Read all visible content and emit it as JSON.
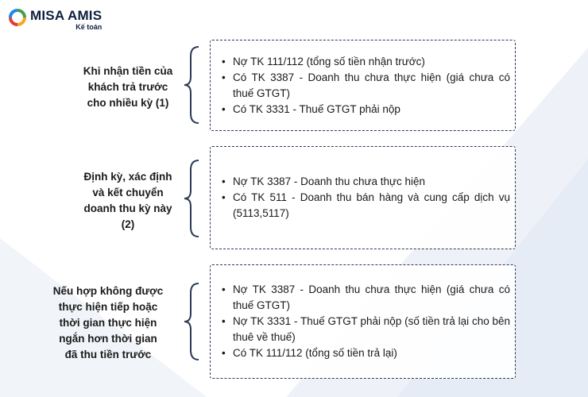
{
  "logo": {
    "brand": "MISA AMIS",
    "sub": "Kế toán",
    "colors": [
      "#f5a623",
      "#e53935",
      "#1e88e5",
      "#43a047"
    ]
  },
  "rows": [
    {
      "label_lines": [
        "Khi nhận tiền của",
        "khách trả trước",
        "cho nhiều kỳ (1)"
      ],
      "items": [
        "Nợ TK 111/112 (tổng số tiền nhận trước)",
        "Có TK 3387 - Doanh thu chưa thực hiện (giá chưa có thuế GTGT)",
        "Có TK 3331 - Thuế GTGT phải nộp"
      ]
    },
    {
      "label_lines": [
        "Định kỳ, xác định",
        "và kết chuyển",
        "doanh thu kỳ này",
        "(2)"
      ],
      "items": [
        "Nợ TK 3387 - Doanh thu chưa thực hiện",
        "Có TK 511 - Doanh thu bán hàng và cung cấp dịch vụ (5113,5117)"
      ]
    },
    {
      "label_lines": [
        "Nếu hợp không được",
        "thực hiện tiếp hoặc",
        "thời gian thực hiện",
        "ngắn hơn thời gian",
        "đã thu tiền trước"
      ],
      "items": [
        "Nợ TK 3387 - Doanh thu chưa thực hiện (giá chưa có thuế GTGT)",
        "Nợ TK 3331 - Thuế GTGT phải nộp (số tiền trả lại cho bên thuê về thuế)",
        "Có TK 111/112 (tổng số tiền trả lại)"
      ]
    }
  ],
  "colors": {
    "border": "#2b3a55",
    "text": "#1a1a1a",
    "background_accent": "#e8eef7"
  }
}
